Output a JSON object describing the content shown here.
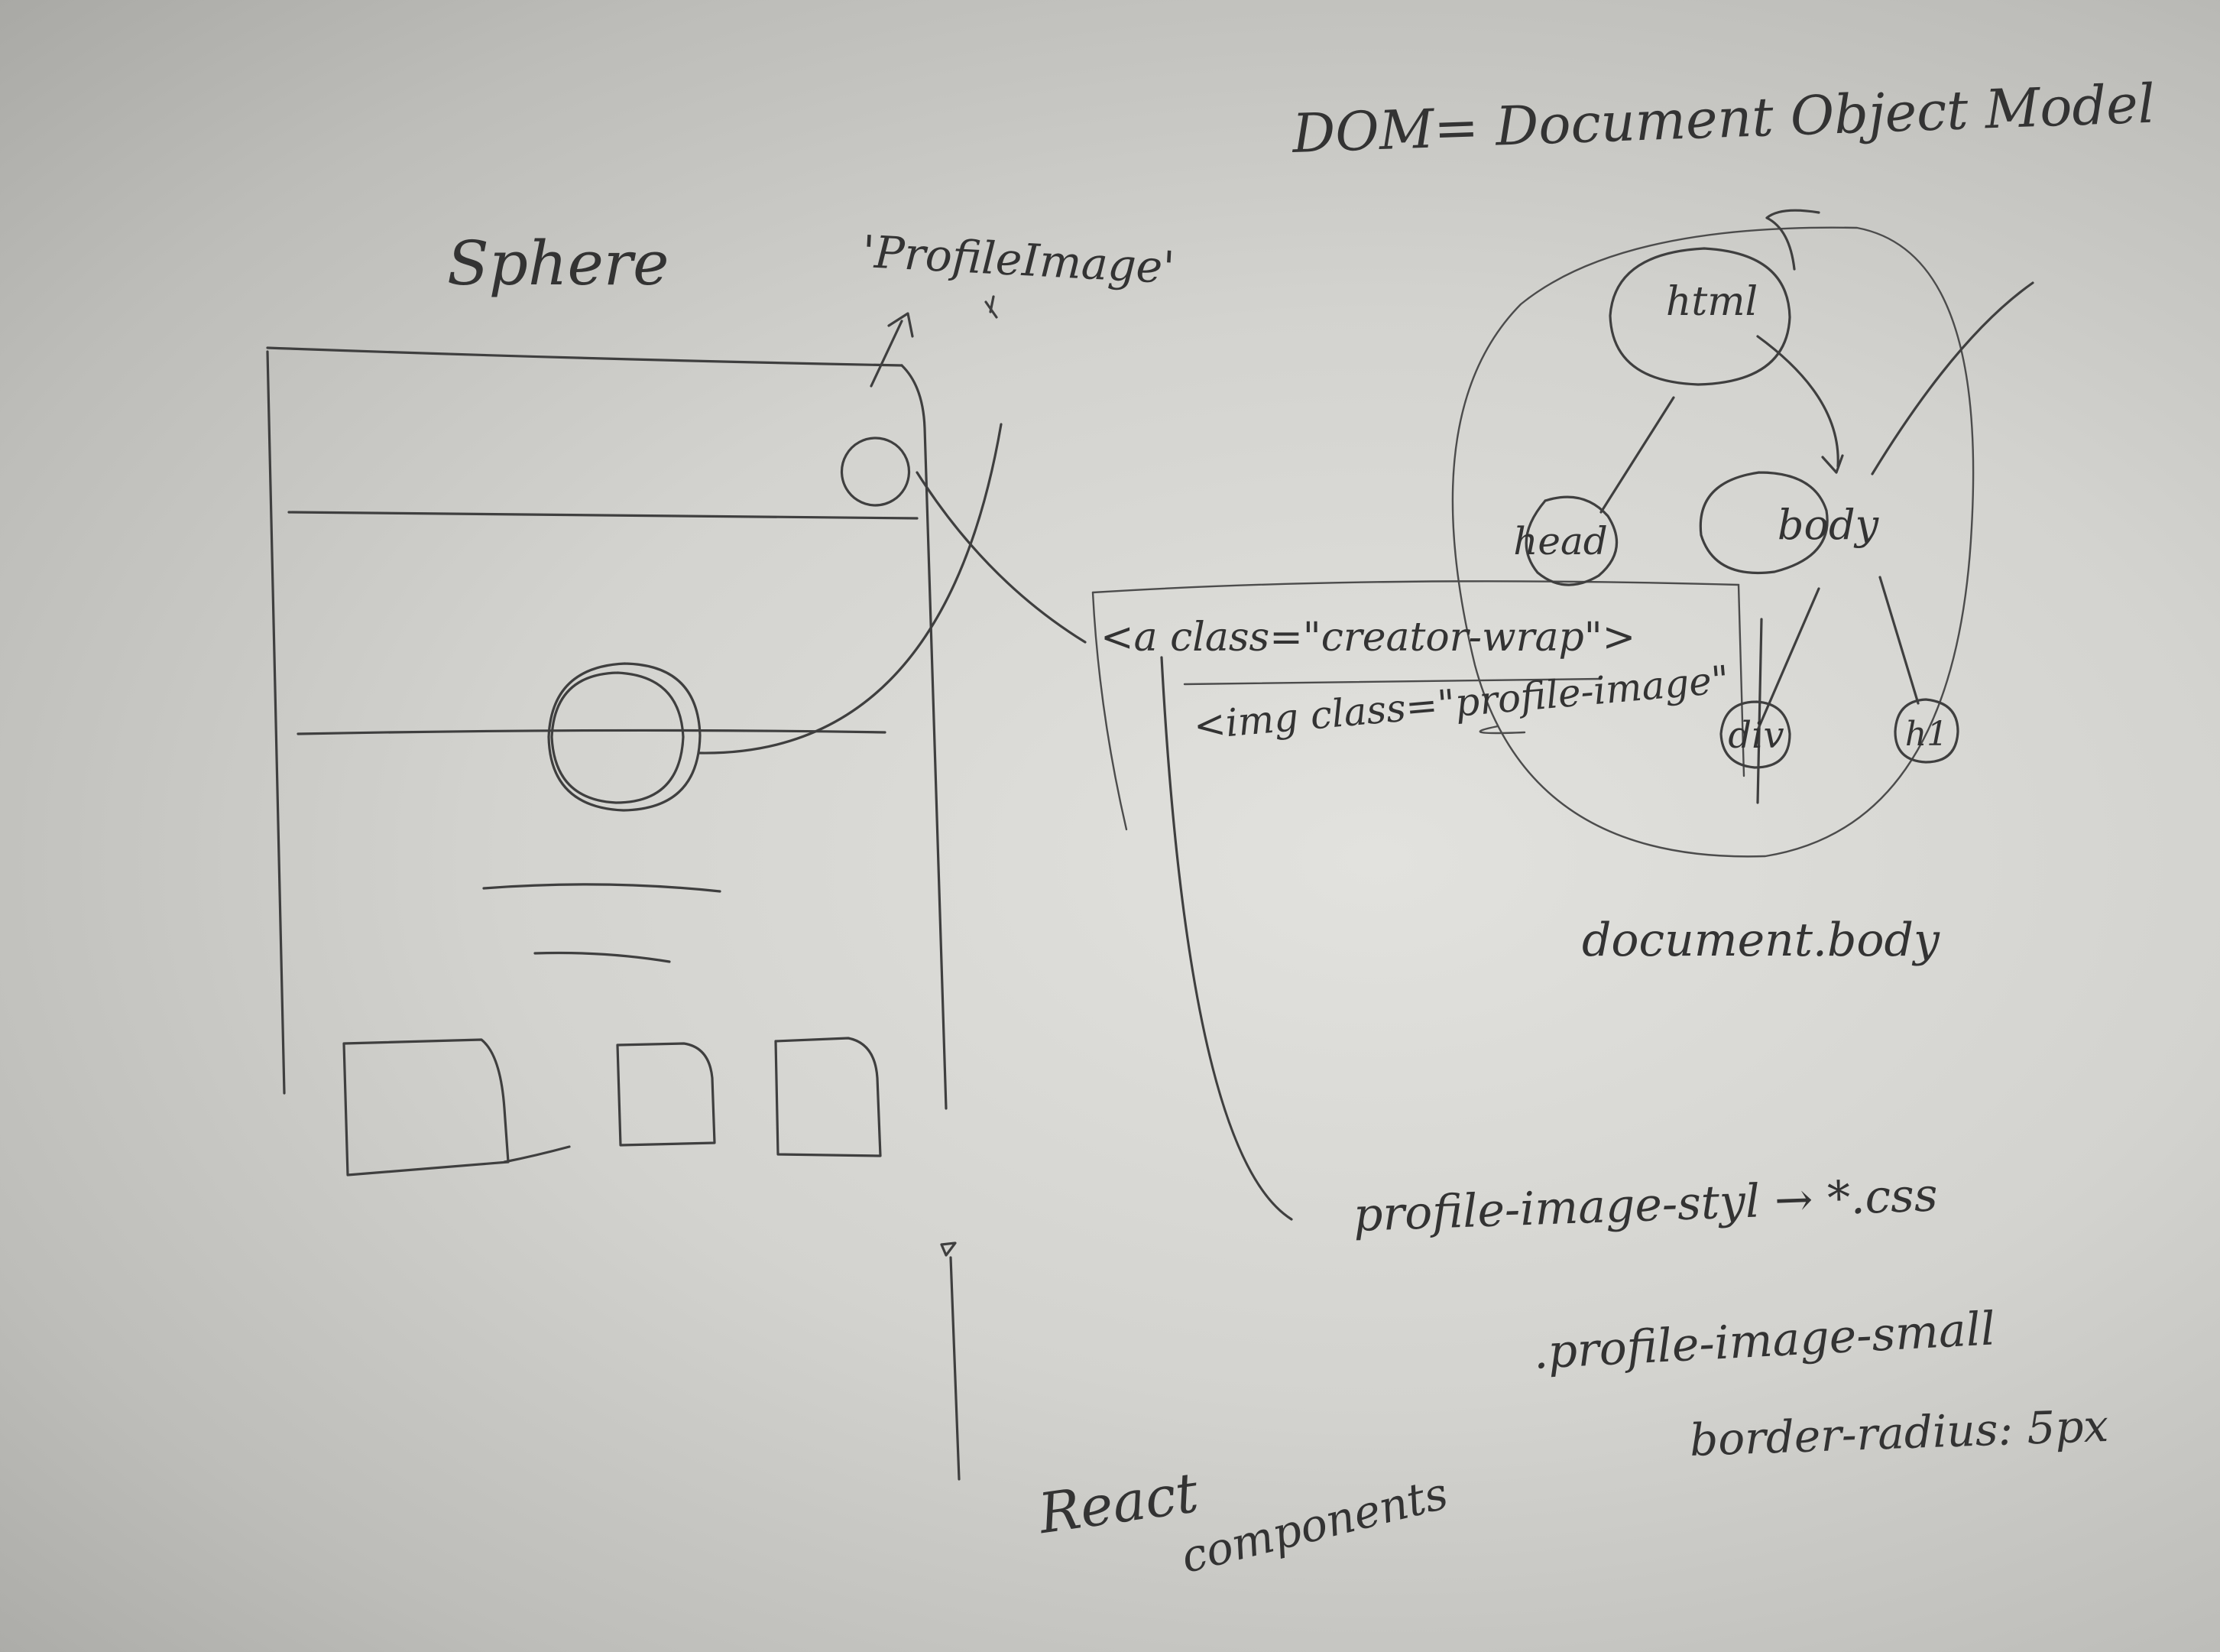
{
  "sketch": {
    "dom_title": "DOM= Document Object Model",
    "app_name": "Sphere",
    "callout": "'ProfileImage'",
    "code_line_1": "<a class=\"creator-wrap\">",
    "code_line_2": "<img class=\"profile-image\"",
    "tree": {
      "root": "html",
      "left": "head",
      "right": "body",
      "child_a": "div",
      "child_b": "h1"
    },
    "tree_caption": "document.body",
    "style_note": "profile-image-styl → *.css",
    "css_selector": ".profile-image-small",
    "css_rule": "border-radius: 5px",
    "footer_line_1": "React",
    "footer_line_2": "components"
  }
}
